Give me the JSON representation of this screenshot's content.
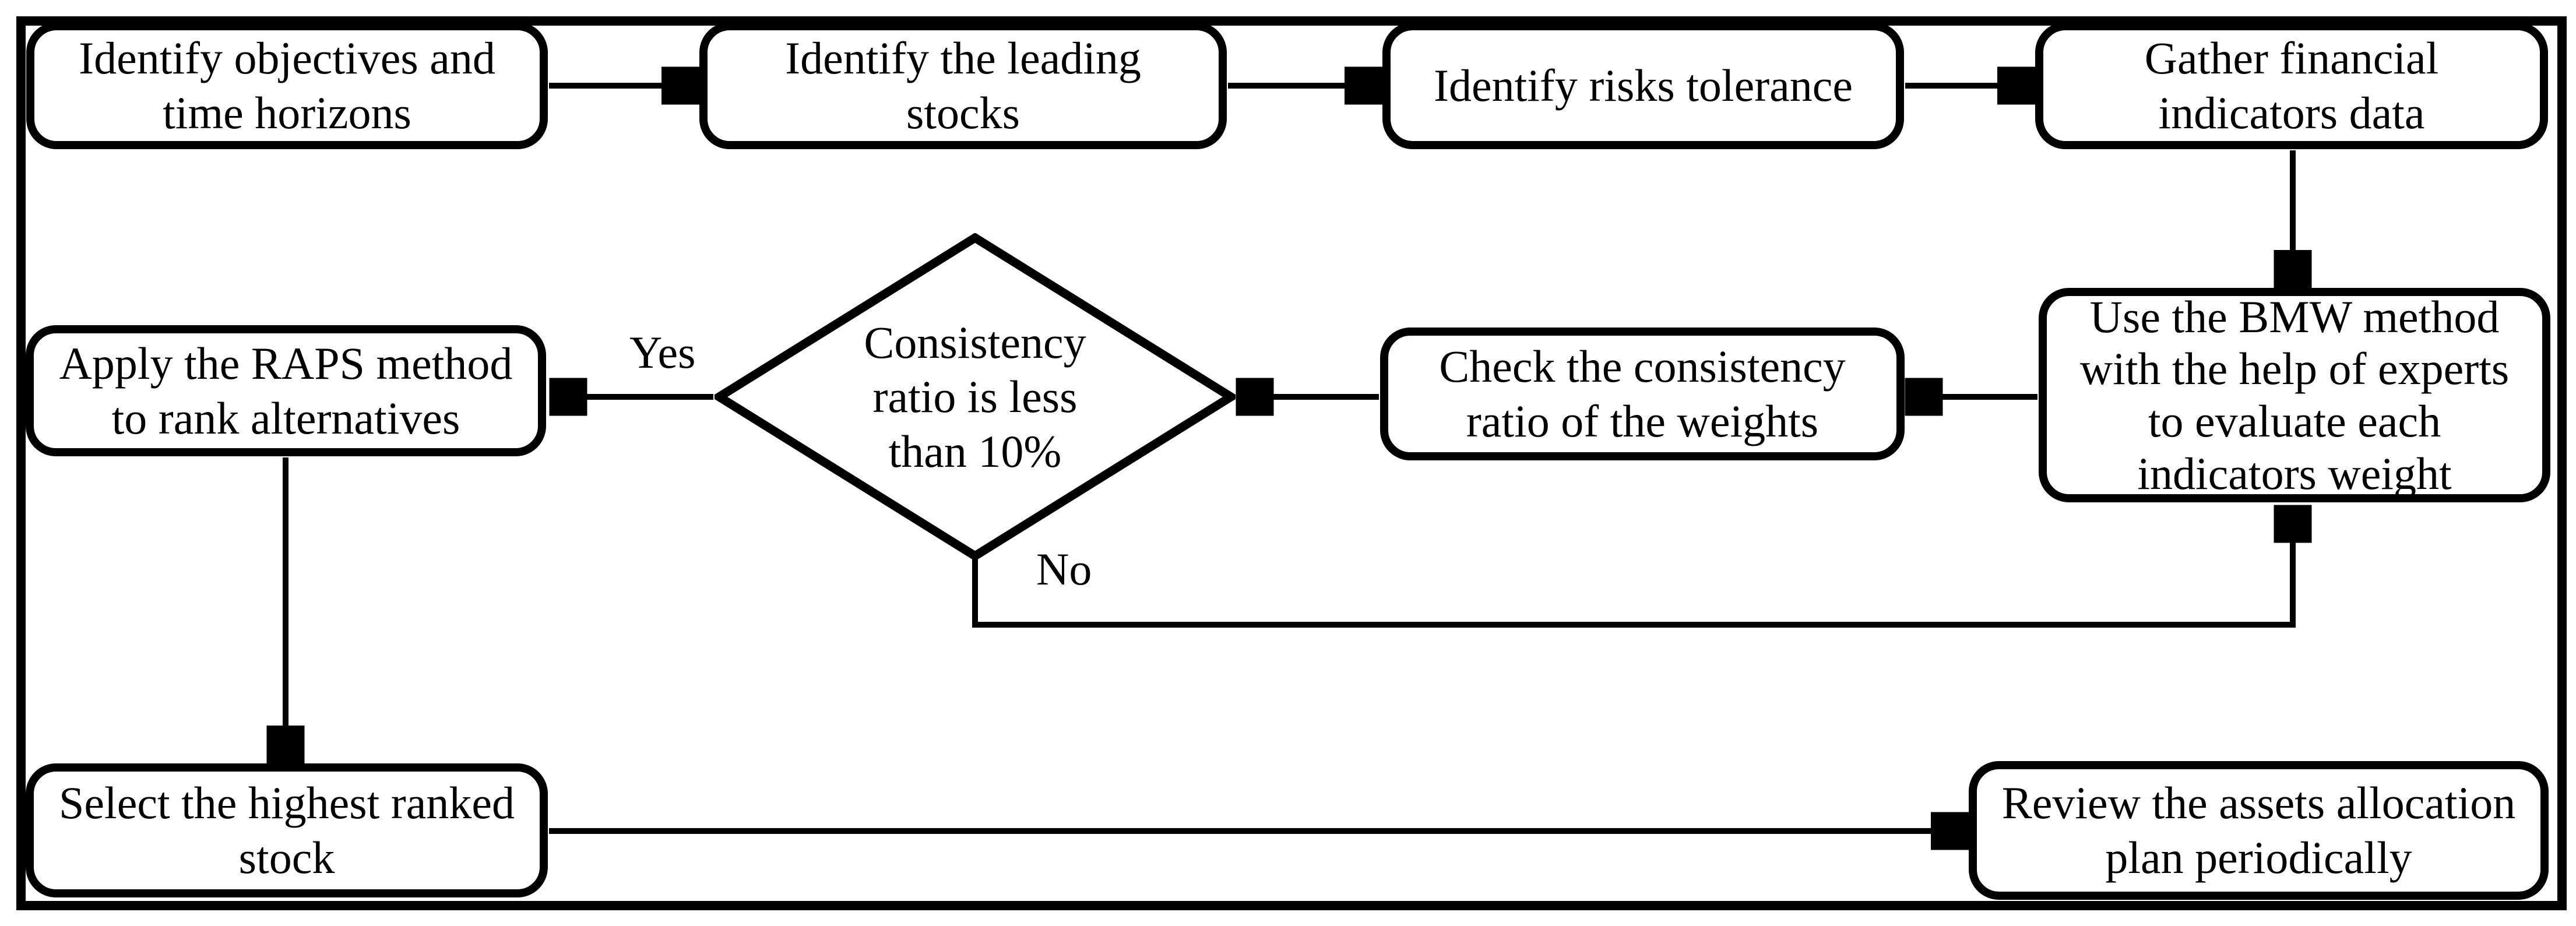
{
  "figure": {
    "type": "flowchart",
    "colors": {
      "ink": "#000000",
      "paper": "#ffffff"
    },
    "nodes": {
      "identify_objectives": "Identify objectives and\ntime horizons",
      "identify_leading_stocks": "Identify the leading\nstocks",
      "identify_risk_tolerance": "Identify risks tolerance",
      "gather_financial_data": "Gather financial\nindicators data",
      "use_bmw_method": "Use the BMW method\nwith the help of experts\nto evaluate each\nindicators weight",
      "check_consistency": "Check the consistency\nratio of the weights",
      "consistency_decision": "Consistency\nratio is less\nthan 10%",
      "apply_raps": "Apply the RAPS method\nto rank alternatives",
      "select_stock": "Select the highest ranked\nstock",
      "review_plan": "Review the assets allocation\nplan periodically"
    },
    "edge_labels": {
      "yes": "Yes",
      "no": "No"
    }
  }
}
